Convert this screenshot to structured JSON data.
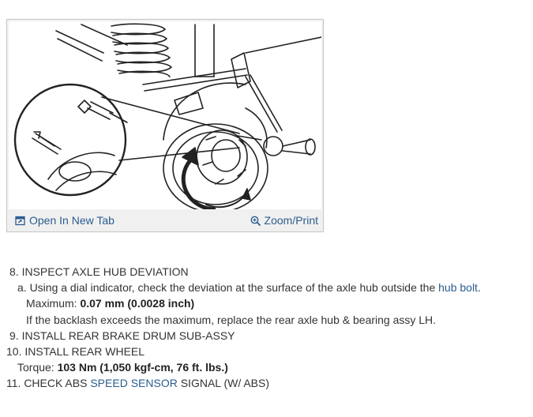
{
  "figure": {
    "open_tab_label": "Open In New Tab",
    "zoom_label": "Zoom/Print"
  },
  "steps": {
    "s8": {
      "title": "8. INSPECT AXLE HUB DEVIATION",
      "a_text": "a. Using a dial indicator, check the deviation at the surface of the axle hub outside the ",
      "a_link": "hub bolt",
      "a_end": ".",
      "max_label": "Maximum: ",
      "max_value": "0.07 mm (0.0028 inch)",
      "note": "If the backlash exceeds the maximum, replace the rear axle hub & bearing assy LH."
    },
    "s9": {
      "title": "9. INSTALL REAR BRAKE DRUM SUB-ASSY"
    },
    "s10": {
      "title": "10. INSTALL REAR WHEEL",
      "torque_label": "Torque: ",
      "torque_value": "103 Nm (1,050 kgf-cm, 76 ft. lbs.)"
    },
    "s11": {
      "prefix": "11. CHECK ABS ",
      "link": "SPEED SENSOR",
      "suffix": " SIGNAL (W/ ABS)"
    }
  }
}
